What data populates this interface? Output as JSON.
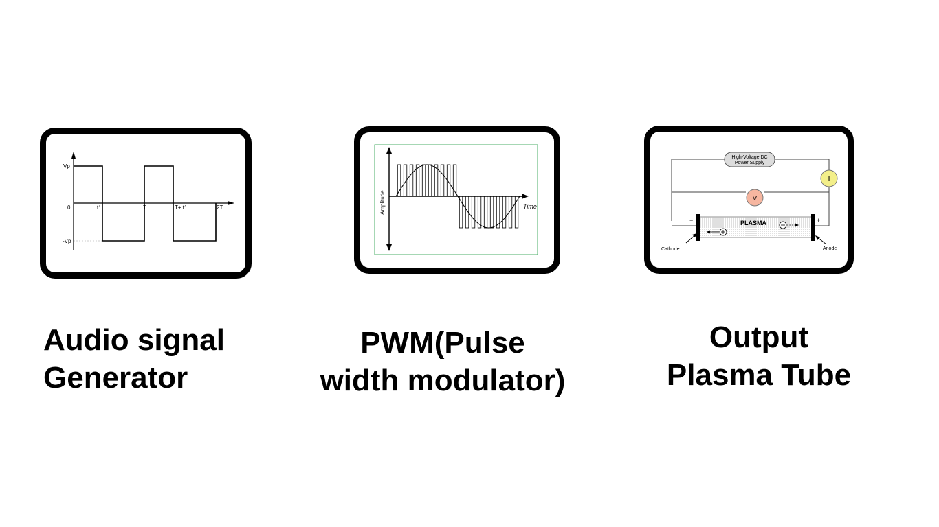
{
  "blocks": [
    {
      "id": "audio",
      "caption": [
        "Audio signal",
        "Generator"
      ],
      "figure": {
        "labels": {
          "vp": "Vp",
          "neg_vp": "-Vp",
          "zero": "0",
          "t1": "t1",
          "T": "T",
          "T_t1": "T+ t1",
          "twoT": "2T"
        }
      }
    },
    {
      "id": "pwm",
      "caption": [
        "PWM(Pulse",
        "width modulator)"
      ],
      "figure": {
        "labels": {
          "amplitude": "Amplitude",
          "time": "Time"
        }
      }
    },
    {
      "id": "plasma",
      "caption": [
        "Output",
        "Plasma Tube"
      ],
      "figure": {
        "labels": {
          "power_supply": [
            "High-Voltage DC",
            "Power Supply"
          ],
          "ammeter": "I",
          "voltmeter": "V",
          "tube": "PLASMA",
          "minus": "−",
          "plus": "+",
          "cathode": "Cathode",
          "anode": "Anode"
        }
      }
    }
  ]
}
